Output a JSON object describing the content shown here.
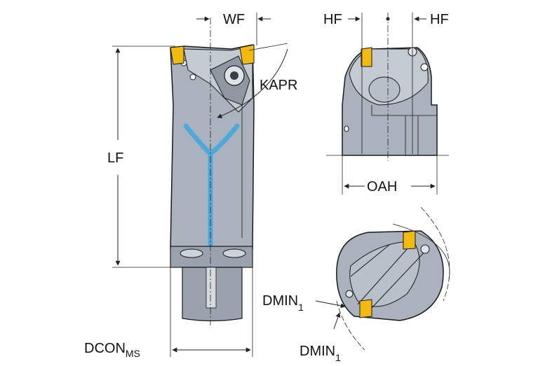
{
  "labels": {
    "wf": "WF",
    "hf_left": "HF",
    "hf_right": "HF",
    "kapr": "KAPR",
    "lf": "LF",
    "oah": "OAH",
    "dmin_upper": "DMIN",
    "dmin_upper_sub": "1",
    "dmin_lower": "DMIN",
    "dmin_lower_sub": "1",
    "dcon": "DCON",
    "dcon_sub": "MS"
  },
  "colors": {
    "body": "#a9b2bd",
    "body_dark": "#7f8893",
    "outline": "#1a1a1a",
    "insert": "#f2b90f",
    "coolant": "#4fa8dc",
    "dim_line": "#222222"
  }
}
